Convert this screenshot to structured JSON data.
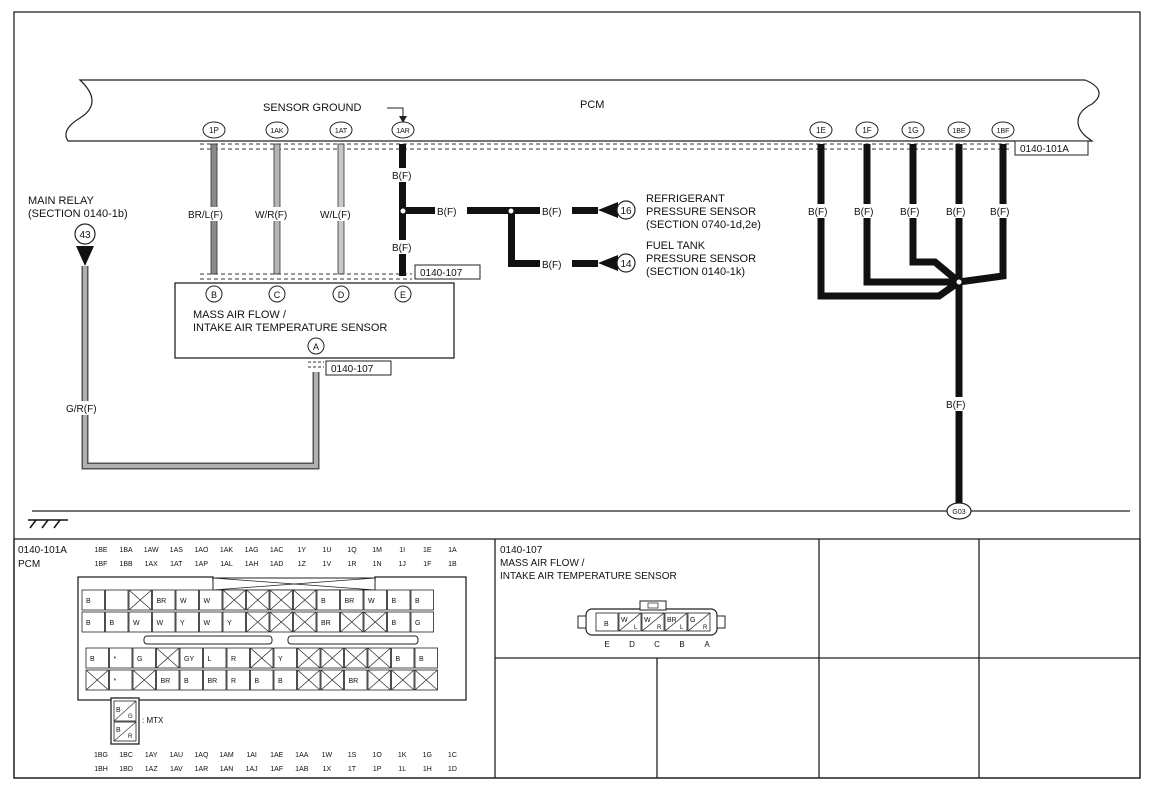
{
  "pcm_label": "PCM",
  "sensor_ground_label": "SENSOR GROUND",
  "main_relay": {
    "line1": "MAIN RELAY",
    "line2": "(SECTION 0140-1b)",
    "pin": "43"
  },
  "pcm_pins_left": [
    "1P",
    "1AK",
    "1AT",
    "1AR"
  ],
  "pcm_pins_right": [
    "1E",
    "1F",
    "1G",
    "1BE",
    "1BF"
  ],
  "connector_ref_pcm": "0140-101A",
  "connector_ref_maf": "0140-107",
  "wire_colors": {
    "br_l": "BR/L(F)",
    "w_r": "W/R(F)",
    "w_l": "W/L(F)",
    "b_f": "B(F)",
    "g_r": "G/R(F)"
  },
  "maf_sensor": {
    "line1": "MASS AIR FLOW /",
    "line2": "INTAKE AIR TEMPERATURE SENSOR",
    "pins": [
      "B",
      "C",
      "D",
      "E"
    ],
    "pin_a": "A"
  },
  "refrigerant_sensor": {
    "pin": "16",
    "line1": "REFRIGERANT",
    "line2": "PRESSURE SENSOR",
    "line3": "(SECTION 0740-1d,2e)"
  },
  "fuel_tank_sensor": {
    "pin": "14",
    "line1": "FUEL TANK",
    "line2": "PRESSURE SENSOR",
    "line3": "(SECTION 0140-1k)"
  },
  "ground_label": "G03",
  "connector_101a": {
    "id": "0140-101A",
    "name": "PCM",
    "top_row1": [
      "1BE",
      "1BA",
      "1AW",
      "1AS",
      "1AO",
      "1AK",
      "1AG",
      "1AC",
      "1Y",
      "1U",
      "1Q",
      "1M",
      "1I",
      "1E",
      "1A"
    ],
    "top_row2": [
      "1BF",
      "1BB",
      "1AX",
      "1AT",
      "1AP",
      "1AL",
      "1AH",
      "1AD",
      "1Z",
      "1V",
      "1R",
      "1N",
      "1J",
      "1F",
      "1B"
    ],
    "bot_row1": [
      "1BG",
      "1BC",
      "1AY",
      "1AU",
      "1AQ",
      "1AM",
      "1AI",
      "1AE",
      "1AA",
      "1W",
      "1S",
      "1O",
      "1K",
      "1G",
      "1C"
    ],
    "bot_row2": [
      "1BH",
      "1BD",
      "1AZ",
      "1AV",
      "1AR",
      "1AN",
      "1AJ",
      "1AF",
      "1AB",
      "1X",
      "1T",
      "1P",
      "1L",
      "1H",
      "1D"
    ],
    "mtx_label": ": MTX"
  },
  "connector_107": {
    "id": "0140-107",
    "line1": "MASS AIR FLOW /",
    "line2": "INTAKE AIR TEMPERATURE SENSOR",
    "pin_letters": [
      "E",
      "D",
      "C",
      "B",
      "A"
    ]
  }
}
